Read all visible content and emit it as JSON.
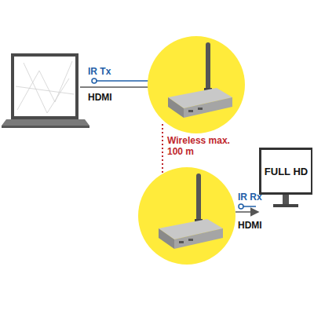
{
  "diagram": {
    "nodes": [
      {
        "text": [
          "FULL HD"
        ]
      }
    ],
    "labels": [
      "IR Tx",
      "HDMI",
      "Wireless max. 100 m",
      "IR Rx",
      "HDMI"
    ]
  }
}
